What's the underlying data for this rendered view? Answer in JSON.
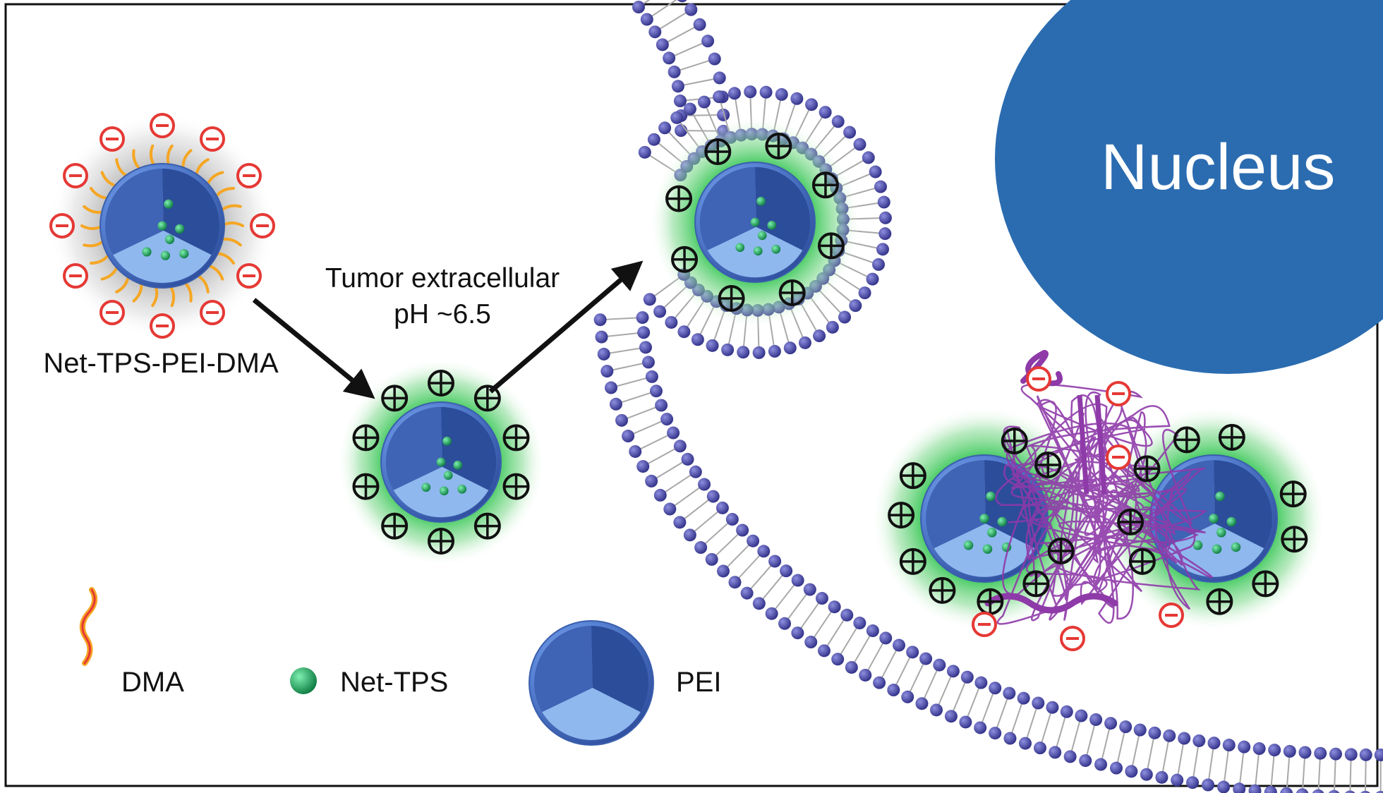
{
  "labels": {
    "nanoparticle_name": "Net-TPS-PEI-DMA",
    "condition_line1": "Tumor extracellular",
    "condition_line2": "pH ~6.5",
    "nucleus": "Nucleus"
  },
  "legend": [
    {
      "icon": "dma-wave-icon",
      "label": "DMA"
    },
    {
      "icon": "net-tps-sphere-icon",
      "label": "Net-TPS"
    },
    {
      "icon": "pei-sphere-icon",
      "label": "PEI"
    }
  ],
  "charge_symbols": {
    "negative": "−",
    "positive": "+"
  },
  "colors": {
    "pei_blue": "#5b86d8",
    "nucleus_blue": "#2b6cb0",
    "bead_purple": "#4c4caa",
    "lipid_tail_gray": "#a8a8a8",
    "negative_red": "#e53935",
    "positive_black": "#111111",
    "net_tps_green": "#1fa360",
    "dma_orange": "#f5a623",
    "protein_purple": "#8e3aa8",
    "green_glow": "#3cc85a"
  }
}
